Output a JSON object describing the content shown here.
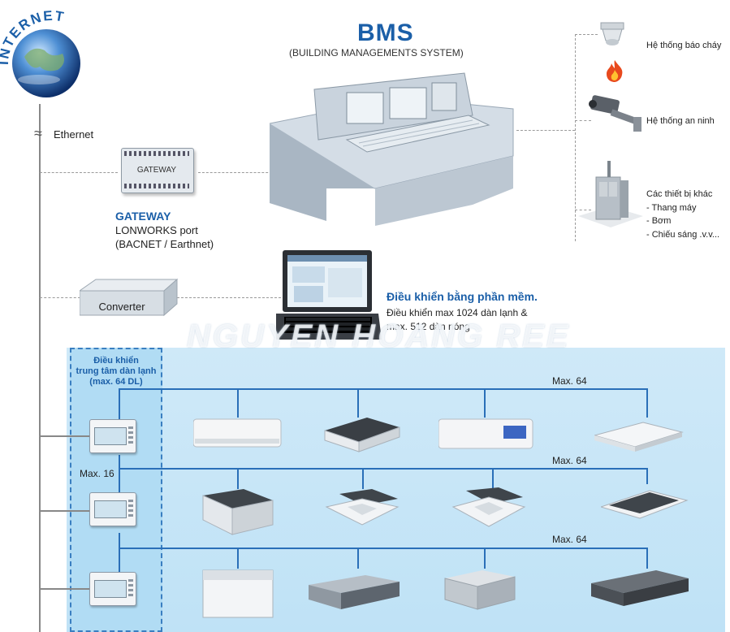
{
  "internet": {
    "label": "INTERNET"
  },
  "ethernet": {
    "symbol": "≈",
    "label": "Ethernet"
  },
  "bms": {
    "title": "BMS",
    "subtitle": "(BUILDING MANAGEMENTS SYSTEM)"
  },
  "gateway": {
    "device_label": "GATEWAY",
    "title": "GATEWAY",
    "line1": "LONWORKS port",
    "line2": "(BACNET / Earthnet)"
  },
  "converter": {
    "label": "Converter"
  },
  "software": {
    "title": "Điều khiển bằng phần mềm.",
    "line1": "Điều khiển max 1024 dàn lạnh  &",
    "line2": "max. 512 dàn nóng"
  },
  "systems": {
    "fire": "Hệ thống báo cháy",
    "security": "Hệ thống an ninh",
    "other_title": "Các thiết bị khác",
    "other_1": "- Thang máy",
    "other_2": "- Bơm",
    "other_3": "- Chiếu sáng .v.v..."
  },
  "central_control": {
    "line1": "Điều khiển",
    "line2": "trung tâm dàn lạnh",
    "line3": "(max. 64 DL)"
  },
  "limits": {
    "max16": "Max. 16",
    "max64_a": "Max. 64",
    "max64_b": "Max. 64",
    "max64_c": "Max. 64"
  },
  "watermark": "NGUYEN HOANG REE",
  "colors": {
    "brand_blue": "#1b5fa8",
    "panel_blue": "#c6e5f7",
    "fire": "#e8491d"
  }
}
